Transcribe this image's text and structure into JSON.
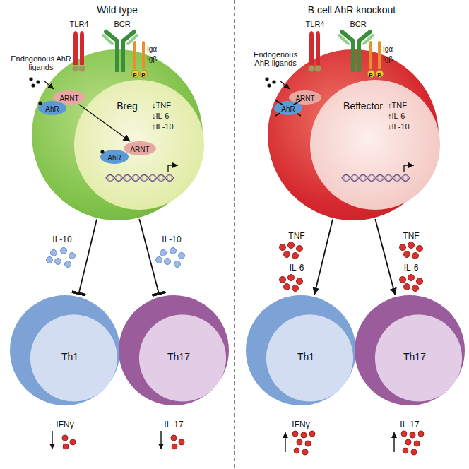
{
  "diagram": {
    "nodes": [
      {
        "text": [
          "Breg"
        ]
      },
      {
        "text": [
          "P"
        ],
        "in": 0
      },
      {
        "text": [
          "P"
        ],
        "in": 0
      },
      {
        "text": [
          "ARNT"
        ],
        "in": 0
      },
      {
        "text": [
          "AhR"
        ],
        "in": 0
      },
      {
        "text": [
          "↓TNF",
          "↓IL-6",
          "↑IL-10"
        ],
        "in": 0
      },
      {
        "text": [
          "AhR"
        ],
        "in": 5
      },
      {
        "text": [
          "ARNT"
        ],
        "in": 5
      },
      {
        "text": [
          "Beffector"
        ]
      },
      {
        "text": [
          "P"
        ],
        "in": 8
      },
      {
        "text": [
          "P"
        ],
        "in": 8
      },
      {
        "text": [
          "ARNT"
        ],
        "in": 8
      },
      {
        "text": [
          "AhR"
        ],
        "in": 8
      },
      {
        "text": [
          "↑TNF",
          "↑IL-6",
          "↓IL-10"
        ],
        "in": 8
      },
      {
        "text": [
          "Th1"
        ]
      },
      {
        "text": [
          "Th17"
        ]
      },
      {
        "text": [
          "Th1"
        ]
      },
      {
        "text": [
          "Th17"
        ]
      }
    ],
    "edges": [
      {
        "from": 3,
        "to": 7,
        "arrow": "to"
      },
      {
        "from": 0,
        "to": 14,
        "arrow": "to"
      },
      {
        "from": 0,
        "to": 15,
        "arrow": "to"
      },
      {
        "from": 8,
        "to": 16,
        "arrow": "to"
      },
      {
        "from": 8,
        "to": 17,
        "arrow": "to"
      }
    ],
    "labels": [
      "Wild type",
      "B cell AhR knockout",
      "Endogenous AhR ligands",
      "TLR4",
      "BCR",
      "Igα",
      "Igβ",
      "IL-10",
      "IL-10",
      "IFNγ",
      "IL-17",
      "Endogenous AhR ligands",
      "TLR4",
      "BCR",
      "Igα",
      "Igβ",
      "TNF",
      "IL-6",
      "TNF",
      "IL-6",
      "IFNγ",
      "IL-17"
    ]
  }
}
